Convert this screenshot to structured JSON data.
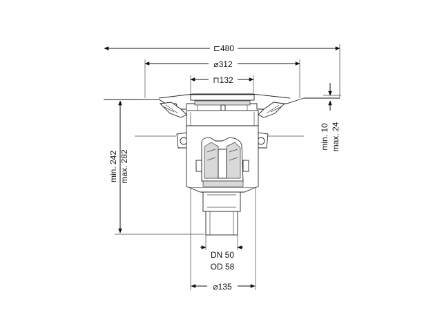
{
  "dimensions": {
    "overall_width": "⊏480",
    "flange_diameter": "⌀312",
    "grate_size": "⊓132",
    "outlet_nominal": "DN 50",
    "outlet_outer": "OD 58",
    "body_diameter": "⌀135",
    "height_min": "min. 242",
    "height_max": "max. 282",
    "adjust_min": "min. 10",
    "adjust_max": "max. 24"
  },
  "colors": {
    "line": "#111111",
    "fill_grey": "#d9d9d9",
    "background": "#ffffff"
  }
}
